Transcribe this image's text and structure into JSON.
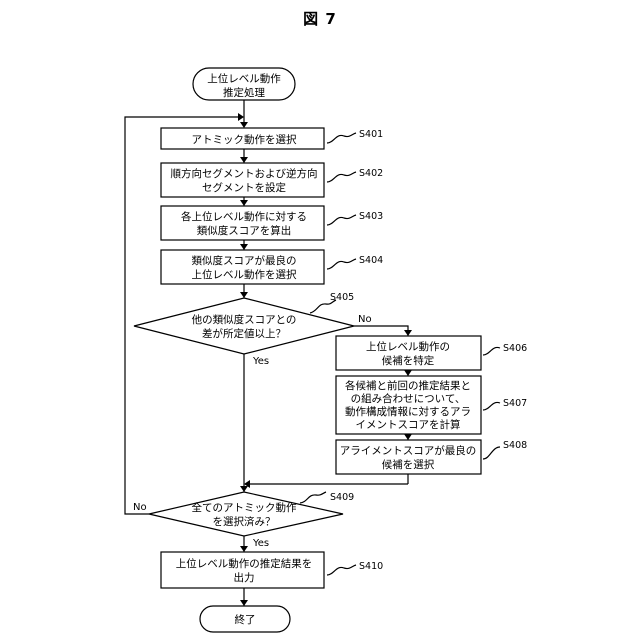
{
  "figure_title": "図 7",
  "nodes": {
    "start": [
      "上位レベル動作",
      "推定処理"
    ],
    "s401": [
      "アトミック動作を選択"
    ],
    "s402": [
      "順方向セグメントおよび逆方向",
      "セグメントを設定"
    ],
    "s403": [
      "各上位レベル動作に対する",
      "類似度スコアを算出"
    ],
    "s404": [
      "類似度スコアが最良の",
      "上位レベル動作を選択"
    ],
    "s405": [
      "他の類似度スコアとの",
      "差が所定値以上？"
    ],
    "s406": [
      "上位レベル動作の",
      "候補を特定"
    ],
    "s407": [
      "各候補と前回の推定結果と",
      "の組み合わせについて、",
      "動作構成情報に対するアラ",
      "イメントスコアを計算"
    ],
    "s408": [
      "アライメントスコアが最良の",
      "候補を選択"
    ],
    "s409": [
      "全てのアトミック動作",
      "を選択済み？"
    ],
    "s410": [
      "上位レベル動作の推定結果を",
      "出力"
    ],
    "end": [
      "終了"
    ]
  },
  "step_labels": {
    "s401": "S401",
    "s402": "S402",
    "s403": "S403",
    "s404": "S404",
    "s405": "S405",
    "s406": "S406",
    "s407": "S407",
    "s408": "S408",
    "s409": "S409",
    "s410": "S410"
  },
  "edge_labels": {
    "s405_no": "No",
    "s405_yes": "Yes",
    "s409_no": "No",
    "s409_yes": "Yes"
  }
}
